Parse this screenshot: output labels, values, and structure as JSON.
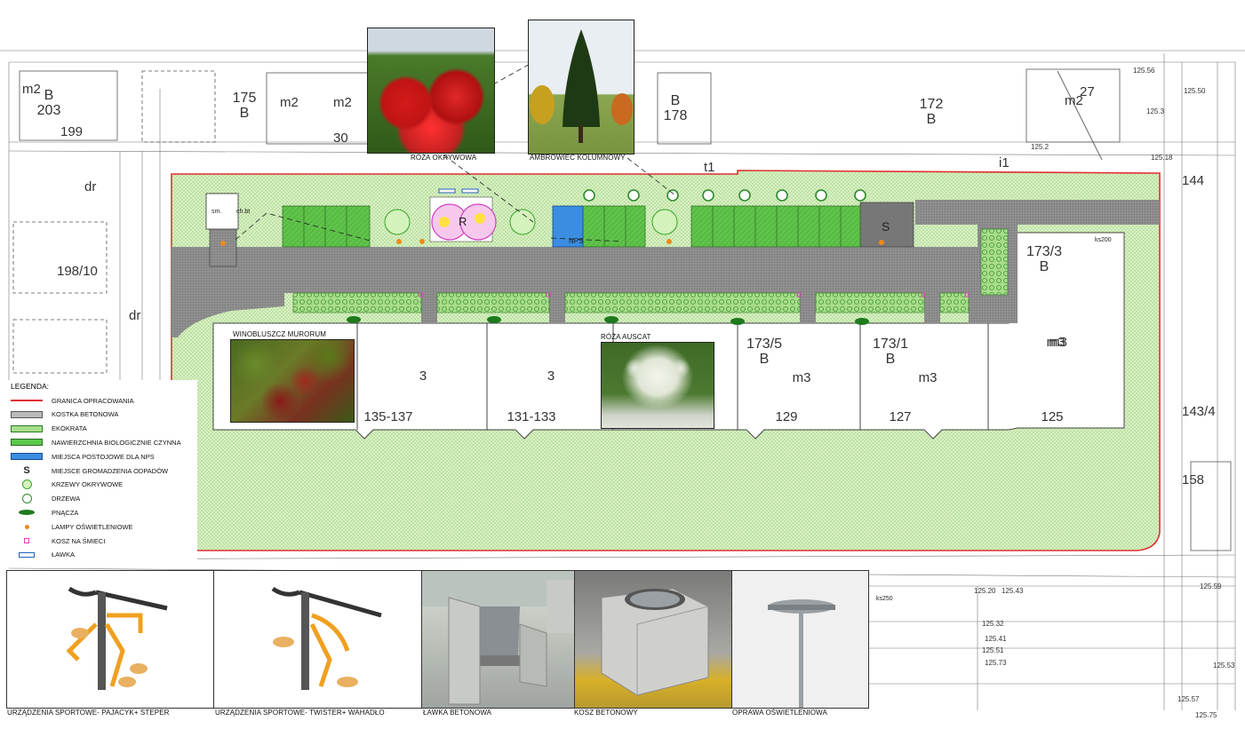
{
  "parcels": [
    {
      "id": "p203",
      "label": "B\n203"
    },
    {
      "id": "p199",
      "label": "199"
    },
    {
      "id": "p175",
      "label": "175\nB"
    },
    {
      "id": "p30",
      "label": "30"
    },
    {
      "id": "p178",
      "label": "B\n178"
    },
    {
      "id": "p172",
      "label": "172\nB"
    },
    {
      "id": "p27",
      "label": "27"
    },
    {
      "id": "p198",
      "label": "198/10"
    },
    {
      "id": "p1733",
      "label": "173/3\nB"
    },
    {
      "id": "p1735",
      "label": "173/5\nB"
    },
    {
      "id": "p1731",
      "label": "173/1\nB"
    },
    {
      "id": "p158",
      "label": "158"
    },
    {
      "id": "p1434",
      "label": "143/4"
    },
    {
      "id": "p144",
      "label": "144"
    }
  ],
  "buildings": [
    {
      "id": "b3",
      "label": "3",
      "number": "135-137"
    },
    {
      "id": "b131",
      "label": "3",
      "number": "131-133"
    },
    {
      "id": "b129",
      "label": "m3",
      "number": "129"
    },
    {
      "id": "b127",
      "label": "m3",
      "number": "127"
    },
    {
      "id": "b125",
      "label": "m3",
      "number": "125"
    }
  ],
  "map_labels": {
    "m2a": "m2",
    "m2b": "m2",
    "m2c": "m2",
    "m2d": "m2",
    "m3a": "m3",
    "dr1": "dr",
    "dr2": "dr",
    "i1": "i1",
    "t1": "t1",
    "nps": "NPS",
    "s_marker": "S",
    "r_marker": "R",
    "sm": "sm.",
    "chbt": "ch.bt",
    "ks200": "ks200",
    "ks250": "ks250",
    "e1": "125.2",
    "e2": "125.3",
    "e3": "125.56",
    "e4": "125.20",
    "e5": "125.43",
    "e6": "125.51",
    "e7": "125.41",
    "e8": "125.73",
    "e9": "125.53",
    "e10": "125.57",
    "e11": "125.75",
    "e12": "125.59",
    "e13": "125.50",
    "e14": "125.32",
    "e15": "125.18"
  },
  "photos": {
    "roza_okrywowa": "RÓŻA OKRYWOWA",
    "ambrowiec": "AMBROWIEC KOLUMNOWY",
    "winobluszcz": "WINOBLUSZCZ MURORUM",
    "roza_auscat": "RÓŻA AUSCAT"
  },
  "legend": {
    "title": "LEGENDA:",
    "items": [
      {
        "key": "granica",
        "label": "GRANICA OPRACOWANIA",
        "color": "#e03030"
      },
      {
        "key": "kostka",
        "label": "KOSTKA BETONOWA",
        "color": "#9a9a9a"
      },
      {
        "key": "ekokrata",
        "label": "EKOKRATA",
        "color": "#6dbf3e"
      },
      {
        "key": "nawierzchnia",
        "label": "NAWIERZCHNIA BIOLOGICZNIE CZYNNA",
        "color": "#5ac84a"
      },
      {
        "key": "nps",
        "label": "MIEJSCA POSTOJOWE DLA NPS",
        "color": "#3a8de0"
      },
      {
        "key": "odpady",
        "label": "MIEJSCE GROMADZENIA ODPADÓW",
        "symbol": "S"
      },
      {
        "key": "krzewy",
        "label": "KRZEWY OKRYWOWE",
        "color": "#3aa82a"
      },
      {
        "key": "drzewa",
        "label": "DRZEWA",
        "color": "#2e8b2e"
      },
      {
        "key": "pnacza",
        "label": "PNĄCZA",
        "color": "#1e7a1e"
      },
      {
        "key": "lampy",
        "label": "LAMPY OŚWIETLENIOWE",
        "color": "#f08a1a"
      },
      {
        "key": "kosz",
        "label": "KOSZ NA ŚMIECI",
        "color": "#e040c0"
      },
      {
        "key": "lawka",
        "label": "ŁAWKA",
        "color": "#2060c0"
      }
    ]
  },
  "bottom_panels": [
    {
      "key": "pajacyk",
      "label": "URZĄDZENIA SPORTOWE- PAJACYK+ STEPER"
    },
    {
      "key": "twister",
      "label": "URZĄDZENIA SPORTOWE- TWISTER+ WAHADŁO"
    },
    {
      "key": "lawka",
      "label": "ŁAWKA BETONOWA"
    },
    {
      "key": "kosz",
      "label": "KOSZ BETONOWY"
    },
    {
      "key": "oprawa",
      "label": "OPRAWA OŚWIETLENIOWA"
    }
  ]
}
